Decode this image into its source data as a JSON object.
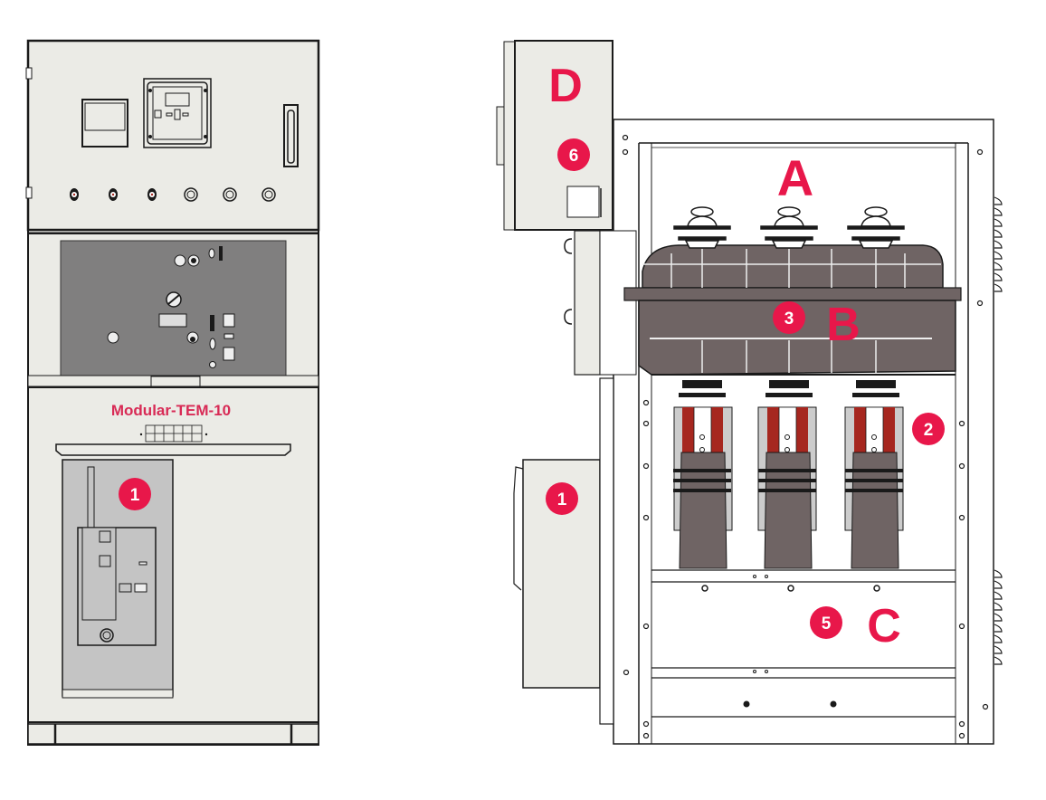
{
  "colors": {
    "accent": "#e8174a",
    "panel": "#ebebe6",
    "panel_dark": "#807f7f",
    "breaker_body": "#c4c4c4",
    "tank": "#6f6464",
    "copper": "#a6271f",
    "insulator": "#cccccc",
    "outline": "#1a1a1a"
  },
  "front_view": {
    "model_label": "Modular-TEM-10",
    "markers": [
      {
        "id": "1",
        "text": "1"
      }
    ]
  },
  "side_view": {
    "compartment_letters": [
      {
        "id": "A",
        "text": "A"
      },
      {
        "id": "B",
        "text": "B"
      },
      {
        "id": "C",
        "text": "C"
      },
      {
        "id": "D",
        "text": "D"
      }
    ],
    "markers": [
      {
        "id": "6",
        "text": "6"
      },
      {
        "id": "3",
        "text": "3"
      },
      {
        "id": "2",
        "text": "2"
      },
      {
        "id": "1",
        "text": "1"
      },
      {
        "id": "5",
        "text": "5"
      }
    ]
  }
}
